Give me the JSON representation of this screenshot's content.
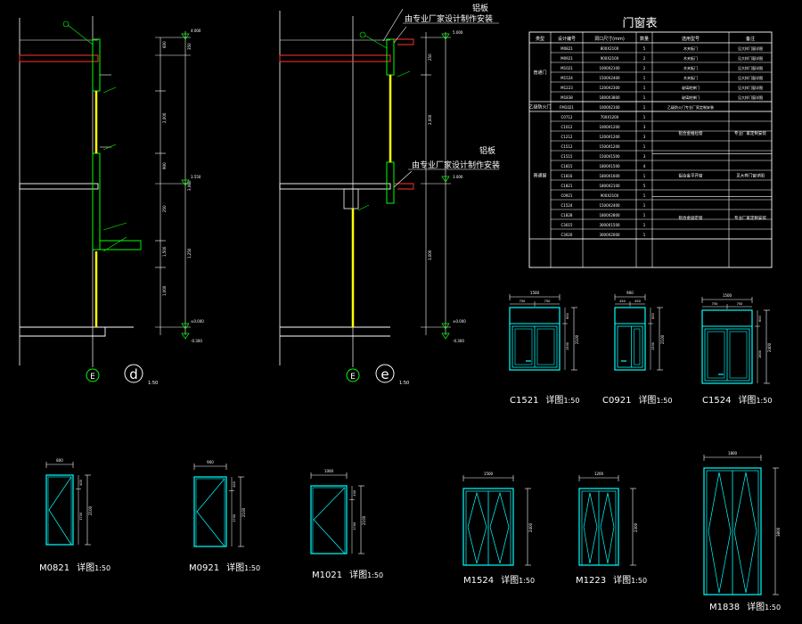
{
  "colors": {
    "background": "#000000",
    "cyan": "#00ffff",
    "green": "#00ff00",
    "white": "#ffffff",
    "yellow": "#ffff00",
    "red": "#ff3333",
    "gray": "#9a9a9a",
    "label": "#e0e0e0"
  },
  "notes": {
    "aluminum_top": "铝板",
    "vendor_top": "由专业厂家设计制作安装",
    "aluminum_mid": "铝板",
    "vendor_mid": "由专业厂家设计制作安装"
  },
  "section_d": {
    "axis": "E",
    "label": "d",
    "scale": "1:50",
    "dims": [
      "2,000",
      "1,500",
      "3,000",
      "900",
      "1,250",
      "250",
      "1,000",
      "600",
      "350"
    ],
    "elev": [
      "4.000",
      "3.550",
      "±0.000",
      "-0.300"
    ]
  },
  "section_e": {
    "axis": "E",
    "label": "e",
    "scale": "1:50",
    "dims": [
      "2,000",
      "3,000",
      "250"
    ],
    "elev": [
      "5.000",
      "3.000",
      "±0.000",
      "-0.300"
    ]
  },
  "door_window_table": {
    "title": "门窗表",
    "headers": [
      "类型",
      "设计编号",
      "洞口尺寸(mm)",
      "数量",
      "选用型号",
      "备注"
    ],
    "groups": [
      {
        "type": "普通门",
        "rows": [
          [
            "M0821",
            "800X2100",
            "5",
            "木夹板门",
            "见大样门窗详图"
          ],
          [
            "M0921",
            "900X2100",
            "2",
            "木夹板门",
            "见大样门窗详图"
          ],
          [
            "M1021",
            "1000X2100",
            "2",
            "木夹板门",
            "见大样门窗详图"
          ],
          [
            "M1524",
            "1500X2400",
            "1",
            "木夹板门",
            "见大样门窗详图"
          ],
          [
            "M1223",
            "1200X2300",
            "1",
            "玻璃地弹门",
            "见大样门窗详图"
          ],
          [
            "M1838",
            "1800X3800",
            "1",
            "玻璃地弹门",
            "见大样门窗详图"
          ]
        ]
      },
      {
        "type": "乙级防火门",
        "rows": [
          [
            "FM1021",
            "1000X2100",
            "1",
            "乙级防火门专业厂家定制安装",
            ""
          ]
        ]
      },
      {
        "type": "普通窗",
        "rows": [
          [
            "C0712",
            "700X1200",
            "1",
            "",
            ""
          ],
          [
            "C1012",
            "1000X1200",
            "3",
            "",
            ""
          ],
          [
            "C1212",
            "1200X1200",
            "3",
            "",
            ""
          ],
          [
            "C1512",
            "1500X1200",
            "1",
            "",
            ""
          ],
          [
            "C1515",
            "1500X1500",
            "3",
            "",
            ""
          ],
          [
            "C1815",
            "1800X1500",
            "4",
            "",
            ""
          ],
          [
            "C1816",
            "1800X1600",
            "1",
            "",
            ""
          ],
          [
            "C1821",
            "1800X2100",
            "5",
            "",
            ""
          ],
          [
            "C0921",
            "900X2100",
            "1",
            "",
            ""
          ],
          [
            "C1524",
            "1500X2400",
            "1",
            "",
            ""
          ],
          [
            "C1828",
            "1800X2800",
            "1",
            "",
            ""
          ],
          [
            "C3015",
            "3000X1500",
            "1",
            "",
            ""
          ],
          [
            "C3020",
            "3000X2000",
            "1",
            "",
            ""
          ]
        ],
        "merged_spec": [
          "铝合金推拉窗",
          "铝合金平开窗",
          "铝合金固定窗"
        ],
        "merged_note": [
          "专业厂家定制安装",
          "见大样门窗详图",
          "专业厂家定制安装"
        ]
      }
    ]
  },
  "details": [
    {
      "code": "C1521",
      "suffix": "详图",
      "scale": "1:50",
      "width_dim": "1500",
      "sub_dims": [
        "750",
        "750"
      ],
      "height_dim": "2100",
      "sub_heights": [
        "600",
        "1500"
      ]
    },
    {
      "code": "C0921",
      "suffix": "详图",
      "scale": "1:50",
      "width_dim": "900",
      "sub_dims": [
        "450",
        "450"
      ],
      "height_dim": "2100",
      "sub_heights": [
        "600",
        "1500"
      ]
    },
    {
      "code": "C1524",
      "suffix": "详图",
      "scale": "1:50",
      "width_dim": "1500",
      "sub_dims": [
        "750",
        "750"
      ],
      "height_dim": "2400",
      "sub_heights": [
        "600",
        "1800"
      ]
    },
    {
      "code": "M0821",
      "suffix": "详图",
      "scale": "1:50",
      "width_dim": "800",
      "height_dim": "2100",
      "sub_heights": [
        "400",
        "1700"
      ]
    },
    {
      "code": "M0921",
      "suffix": "详图",
      "scale": "1:50",
      "width_dim": "900",
      "height_dim": "2100",
      "sub_heights": [
        "400",
        "1700"
      ]
    },
    {
      "code": "M1021",
      "suffix": "详图",
      "scale": "1:50",
      "width_dim": "1000",
      "height_dim": "2100",
      "sub_heights": [
        "400",
        "1700"
      ]
    },
    {
      "code": "M1524",
      "suffix": "详图",
      "scale": "1:50",
      "width_dim": "1500",
      "height_dim": "2400"
    },
    {
      "code": "M1223",
      "suffix": "详图",
      "scale": "1:50",
      "width_dim": "1200",
      "height_dim": "2300"
    },
    {
      "code": "M1838",
      "suffix": "详图",
      "scale": "1:50",
      "width_dim": "1800",
      "height_dim": "3800"
    }
  ]
}
